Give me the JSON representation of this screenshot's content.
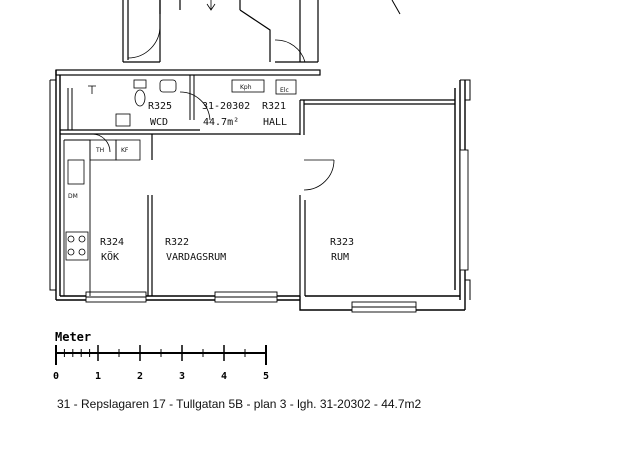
{
  "rooms": [
    {
      "id": "R325",
      "name": "WCD"
    },
    {
      "id": "31-20302",
      "name": "44.7m²"
    },
    {
      "id": "R321",
      "name": "HALL"
    },
    {
      "id": "R324",
      "name": "KÖK"
    },
    {
      "id": "R322",
      "name": "VARDAGSRUM"
    },
    {
      "id": "R323",
      "name": "RUM"
    }
  ],
  "fixtures": {
    "kph": "Kph",
    "elc": "Elc",
    "th": "TH",
    "kf": "KF",
    "dm": "DM"
  },
  "scale": {
    "title": "Meter",
    "ticks": [
      "0",
      "1",
      "2",
      "3",
      "4",
      "5"
    ]
  },
  "caption": "31 - Repslagaren 17 - Tullgatan 5B - plan 3 - lgh. 31-20302 - 44.7m2"
}
